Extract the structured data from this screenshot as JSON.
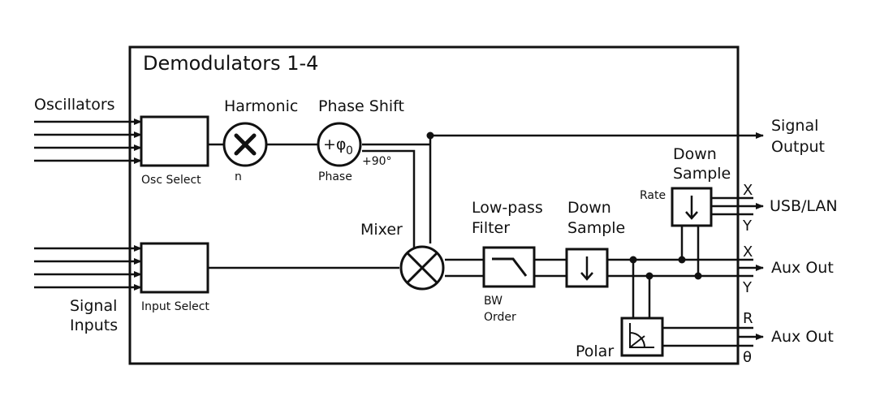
{
  "diagram": {
    "title": "Demodulators 1-4",
    "colors": {
      "stroke": "#111111",
      "background": "#ffffff"
    },
    "inputs": {
      "oscillators": "Oscillators",
      "signal_inputs_line1": "Signal",
      "signal_inputs_line2": "Inputs"
    },
    "blocks": {
      "osc_select": "Osc Select",
      "input_select": "Input Select",
      "harmonic": "Harmonic",
      "harmonic_param": "n",
      "harmonic_symbol": "multiply-icon",
      "phase_shift": "Phase Shift",
      "phase_param": "Phase",
      "phase_symbol_main": "+φ",
      "phase_symbol_sub": "0",
      "phase_90": "+90°",
      "mixer": "Mixer",
      "mixer_symbol": "mixer-icon",
      "lowpass_line1": "Low-pass",
      "lowpass_line2": "Filter",
      "lowpass_param1": "BW",
      "lowpass_param2": "Order",
      "downsample1_line1": "Down",
      "downsample1_line2": "Sample",
      "downsample2_line1": "Down",
      "downsample2_line2": "Sample",
      "downsample2_param": "Rate",
      "polar": "Polar"
    },
    "outputs": {
      "signal_output_line1": "Signal",
      "signal_output_line2": "Output",
      "usb_lan": "USB/LAN",
      "aux_out_xy": "Aux Out",
      "aux_out_rtheta": "Aux Out",
      "x_usb": "X",
      "y_usb": "Y",
      "x_aux": "X",
      "y_aux": "Y",
      "r_aux": "R",
      "theta_aux": "θ"
    }
  }
}
